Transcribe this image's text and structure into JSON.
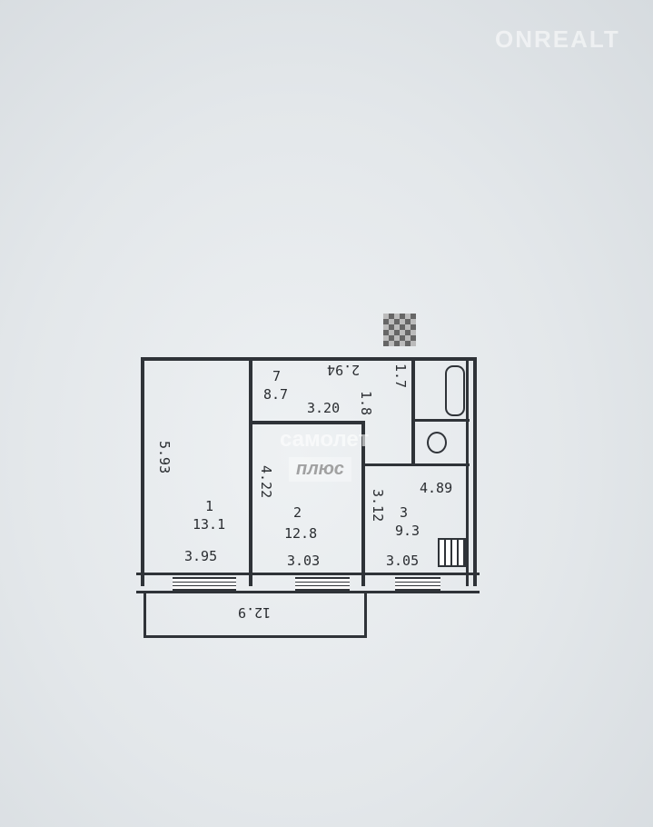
{
  "watermarks": {
    "top_right": "ONREALT",
    "center_line1": "самолет",
    "center_line2": "плюс"
  },
  "rooms": [
    {
      "number": "1",
      "area": "13.1",
      "width": "3.95",
      "length": "5.93"
    },
    {
      "number": "2",
      "area": "12.8",
      "width": "3.03",
      "length": "4.22"
    },
    {
      "number": "3",
      "area": "9.3",
      "width": "3.05",
      "length": "3.12"
    }
  ],
  "corridor": {
    "number": "7",
    "area": "8.7",
    "dim1": "3.20",
    "dim2": "2.94",
    "dim3": "1.8",
    "dim4": "1.7",
    "dim5": "4.89"
  },
  "balcony": {
    "length": "12.9"
  }
}
